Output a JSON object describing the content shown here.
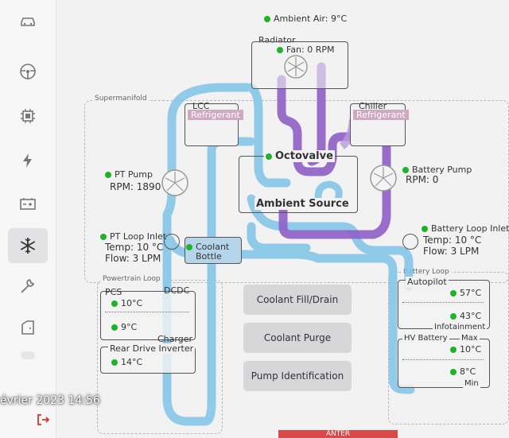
{
  "sidebar": {
    "items": [
      {
        "name": "car-icon"
      },
      {
        "name": "steering-wheel-icon"
      },
      {
        "name": "chip-icon"
      },
      {
        "name": "lightning-icon"
      },
      {
        "name": "battery-icon"
      },
      {
        "name": "snowflake-icon",
        "active": true
      },
      {
        "name": "wrench-icon"
      },
      {
        "name": "door-icon"
      }
    ]
  },
  "ambient_air": "Ambient Air: 9°C",
  "radiator": {
    "title": "Radiator",
    "fan": "Fan: 0 RPM"
  },
  "supermanifold_title": "Supermanifold",
  "lcc": {
    "title": "LCC",
    "badge": "Refrigerant"
  },
  "chiller": {
    "title": "Chiller",
    "badge": "Refrigerant"
  },
  "octovalve": "Octovalve",
  "ambient_source": "Ambient Source",
  "pt_pump": {
    "title": "PT Pump",
    "rpm": "RPM: 1890"
  },
  "battery_pump": {
    "title": "Battery Pump",
    "rpm": "RPM: 0"
  },
  "pt_loop_inlet": {
    "title": "PT Loop Inlet",
    "temp": "Temp: 10 °C",
    "flow": "Flow: 3 LPM"
  },
  "coolant_bottle": {
    "line1": "Coolant",
    "line2": "Bottle"
  },
  "battery_loop_inlet": {
    "title": "Battery Loop Inlet",
    "temp": "Temp: 10 °C",
    "flow": "Flow: 3 LPM"
  },
  "powertrain_loop": {
    "title": "Powertrain Loop",
    "pcs": "PCS",
    "dcdc": "DCDC",
    "pcs_temp": "10°C",
    "dcdc_temp": "9°C",
    "charger": "Charger",
    "rdi": "Rear Drive Inverter",
    "rdi_temp": "14°C"
  },
  "battery_loop": {
    "title": "Battery Loop",
    "autopilot": "Autopilot",
    "autopilot_temp": "57°C",
    "infotainment_temp": "43°C",
    "infotainment": "Infotainment",
    "hv_battery": "HV Battery",
    "max": "Max",
    "hv_max": "10°C",
    "hv_min": "8°C",
    "min": "Min"
  },
  "buttons": {
    "fill_drain": "Coolant Fill/Drain",
    "purge": "Coolant Purge",
    "pump_id": "Pump Identification"
  },
  "datetime": "évrier 2023 14:56",
  "bottom_strip": "ANTER",
  "colors": {
    "active_green": "#1db32a",
    "coolant_blue": "#7ec3e6",
    "refrigerant_purple": "#8f5fc6",
    "badge_pink": "#cfa8c2"
  }
}
